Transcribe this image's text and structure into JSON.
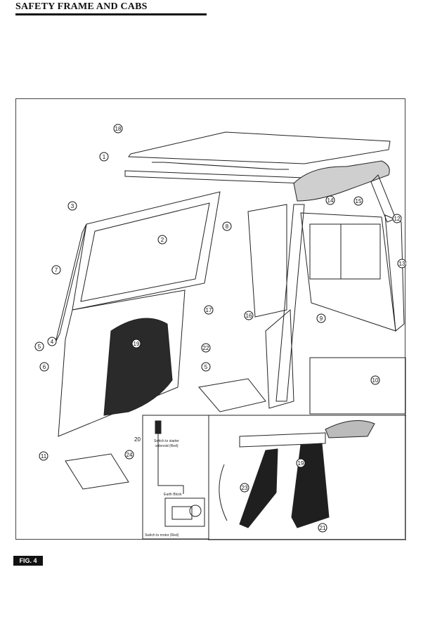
{
  "header": {
    "title": "SAFETY FRAME AND CABS"
  },
  "figure": {
    "label": "FIG. 4",
    "callouts": [
      {
        "id": "c18",
        "text": "18"
      },
      {
        "id": "c1",
        "text": "1"
      },
      {
        "id": "c3",
        "text": "3"
      },
      {
        "id": "c2",
        "text": "2"
      },
      {
        "id": "c8",
        "text": "8"
      },
      {
        "id": "c7",
        "text": "7"
      },
      {
        "id": "c4",
        "text": "4"
      },
      {
        "id": "c5a",
        "text": "5"
      },
      {
        "id": "c6",
        "text": "6"
      },
      {
        "id": "c19a",
        "text": "19"
      },
      {
        "id": "c22",
        "text": "22"
      },
      {
        "id": "c5b",
        "text": "5"
      },
      {
        "id": "c17",
        "text": "17"
      },
      {
        "id": "c16",
        "text": "16"
      },
      {
        "id": "c14",
        "text": "14"
      },
      {
        "id": "c15",
        "text": "15"
      },
      {
        "id": "c12",
        "text": "12"
      },
      {
        "id": "c13",
        "text": "13"
      },
      {
        "id": "c9",
        "text": "9"
      },
      {
        "id": "c10",
        "text": "10"
      },
      {
        "id": "c11",
        "text": "11"
      },
      {
        "id": "c24",
        "text": "24"
      },
      {
        "id": "c20",
        "text": "20"
      },
      {
        "id": "c19b",
        "text": "19"
      },
      {
        "id": "c23",
        "text": "23"
      },
      {
        "id": "c21",
        "text": "21"
      }
    ],
    "wiring": {
      "starter_line1": "Switch to starter",
      "starter_line2": "solenoid (Red)",
      "switch_block": "Earth Block",
      "motor_label": "Switch to motor (Red)"
    }
  }
}
